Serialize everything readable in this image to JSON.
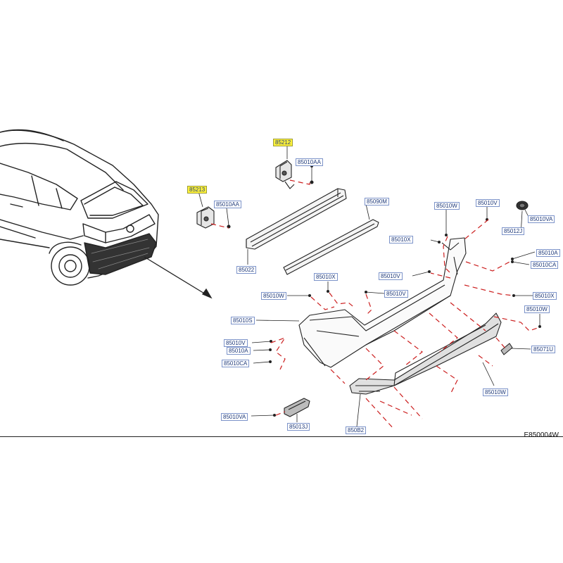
{
  "diagram_code": "E850004W",
  "highlight_color": "#fff23a",
  "label_color": "#1f3a7a",
  "leader_color": "#cc1f1f",
  "parts": [
    {
      "id": "85212",
      "highlighted": true
    },
    {
      "id": "85010AA"
    },
    {
      "id": "85213",
      "highlighted": true
    },
    {
      "id": "85010AA"
    },
    {
      "id": "85090M"
    },
    {
      "id": "85022"
    },
    {
      "id": "85010W"
    },
    {
      "id": "85010V"
    },
    {
      "id": "85012J"
    },
    {
      "id": "85010VA"
    },
    {
      "id": "85010X"
    },
    {
      "id": "85010V"
    },
    {
      "id": "85010A"
    },
    {
      "id": "85010CA"
    },
    {
      "id": "85010X"
    },
    {
      "id": "85010W"
    },
    {
      "id": "85010V"
    },
    {
      "id": "85010X"
    },
    {
      "id": "85010S"
    },
    {
      "id": "85010W"
    },
    {
      "id": "85010V"
    },
    {
      "id": "85010A"
    },
    {
      "id": "85010CA"
    },
    {
      "id": "85071U"
    },
    {
      "id": "85010W"
    },
    {
      "id": "85010VA"
    },
    {
      "id": "85013J"
    },
    {
      "id": "850B2"
    }
  ]
}
